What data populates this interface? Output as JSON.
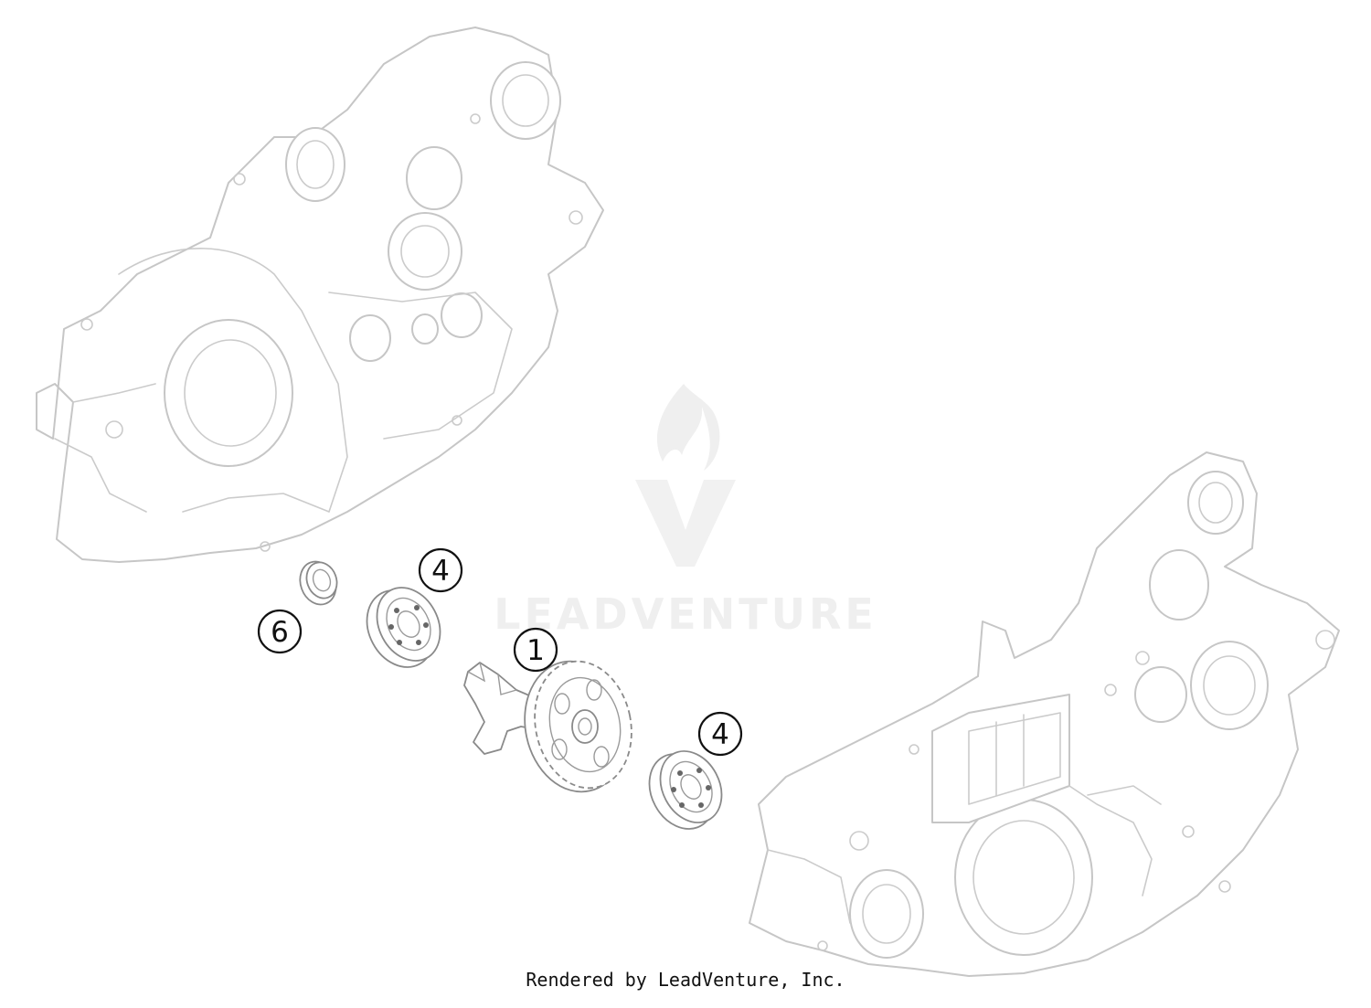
{
  "diagram": {
    "callouts": [
      {
        "id": "4",
        "label": "4"
      },
      {
        "id": "6",
        "label": "6"
      },
      {
        "id": "1",
        "label": "1"
      },
      {
        "id": "4b",
        "label": "4"
      }
    ]
  },
  "watermark": {
    "text": "LEADVENTURE"
  },
  "footer": {
    "credit": "Rendered by LeadVenture, Inc."
  },
  "colors": {
    "part_outline": "#c6c6c6",
    "small_part_outline": "#8a8a8a",
    "callout_stroke": "#111111",
    "watermark": "#efefef"
  }
}
